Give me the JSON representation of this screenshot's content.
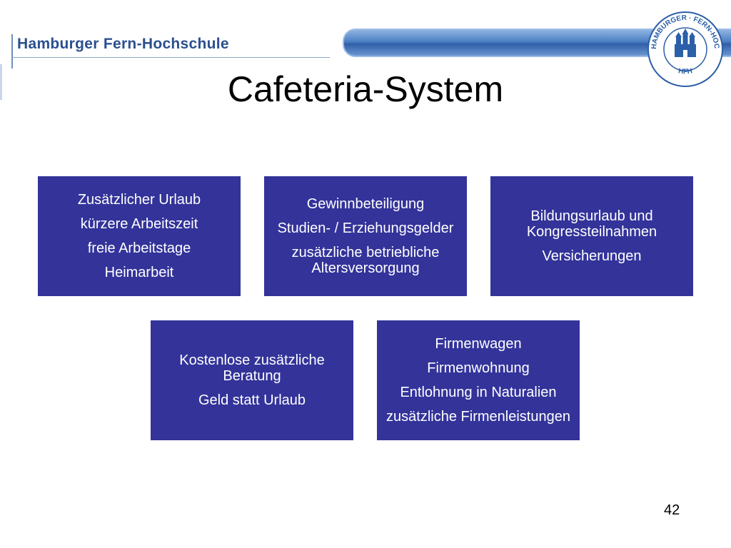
{
  "header": {
    "institution": "Hamburger Fern-Hochschule",
    "seal_text_top": "HAMBURGER · FERN-HOCHSCHULE ·",
    "seal_text_bottom": "HFH"
  },
  "slide": {
    "title": "Cafeteria-System",
    "page_number": "42"
  },
  "boxes": [
    {
      "lines": [
        "Zusätzlicher Urlaub",
        "kürzere Arbeitszeit",
        "freie Arbeitstage",
        "Heimarbeit"
      ]
    },
    {
      "lines": [
        "Gewinnbeteiligung",
        "Studien- / Erziehungsgelder",
        "zusätzliche betriebliche Altersversorgung"
      ]
    },
    {
      "lines": [
        "Bildungsurlaub und Kongressteilnahmen",
        "Versicherungen"
      ]
    },
    {
      "lines": [
        "Kostenlose zusätzliche Beratung",
        "Geld statt Urlaub"
      ]
    },
    {
      "lines": [
        "Firmenwagen",
        "Firmenwohnung",
        "Entlohnung in Naturalien",
        "zusätzliche Firmenleistungen"
      ]
    }
  ],
  "colors": {
    "box_fill": "#33339a",
    "box_text": "#ffffff",
    "header_text": "#2b4f8f",
    "accent_bar": "#2f5fa7"
  }
}
